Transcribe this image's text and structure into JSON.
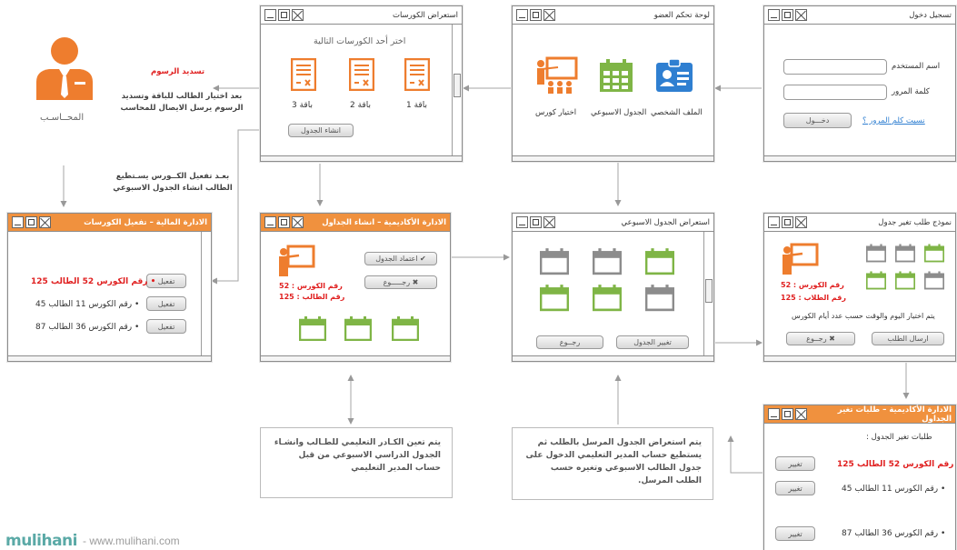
{
  "colors": {
    "orange": "#f0913e",
    "green": "#7fb546",
    "gray": "#8c8c8c",
    "blue": "#2f7fd1",
    "red": "#e02020"
  },
  "login": {
    "title": "تسجيل دخول",
    "username_label": "اسم المستخدم",
    "password_label": "كلمة المرور",
    "forgot_link": "نسيت كلم المرور ؟",
    "login_button": "دخـــول"
  },
  "dashboard": {
    "title": "لوحة تحكم العضو",
    "items": [
      {
        "label": "الملف الشخصي",
        "icon": "profile-card-icon"
      },
      {
        "label": "الجدول الاسبوعي",
        "icon": "calendar-icon"
      },
      {
        "label": "اختيار كورس",
        "icon": "teacher-icon"
      }
    ]
  },
  "courses": {
    "title": "استعراض الكورسات",
    "subtitle": "اختر أحد الكورسات التالية",
    "packages": [
      "باقة 1",
      "باقة 2",
      "باقة 3"
    ],
    "create_button": "انشاء الجدول"
  },
  "accountant": {
    "label": "المحــاسـب",
    "pay_title": "تسديد الرسوم",
    "pay_desc": "بعد اختيار الطالب للباقة وتسديد الرسوم يرسل الايصال للمحاسب",
    "activate_note": "بعـد تفعيل الكــورس يسـتطيع الطالب انشاء الجدول الاسبوعي"
  },
  "finance": {
    "title": "الادارة المالية – تفعيل الكورسات",
    "button": "تفعيل",
    "rows": [
      {
        "text": "رقم الكورس 52 الطالب",
        "num": "125",
        "highlight": true
      },
      {
        "text": "رقم الكورس 11 الطالب",
        "num": "45",
        "highlight": false
      },
      {
        "text": "رقم الكورس 36 الطالب",
        "num": "87",
        "highlight": false
      }
    ]
  },
  "academic_create": {
    "title": "الادارة الأكاديمية – انشاء الجداول",
    "course_label": "رقم الكورس : 52",
    "student_label": "رقم الطالب : 125",
    "approve_button": "✔ اعتماد الجدول",
    "back_button": "✖ رجـــــوع"
  },
  "weekly": {
    "title": "استعراض الجدول الاسبوعي",
    "back_button": "رجــوع",
    "change_button": "تغيير الجدول"
  },
  "change_form": {
    "title": "نموذج طلب تغير جدول",
    "course_label": "رقم الكورس : 52",
    "student_label": "رقم الطلاب : 125",
    "note": "يتم اختيار اليوم والوقت حسب عدد أيام الكورس",
    "back_button": "✖ رجــوع",
    "send_button": "ارسال الطلب"
  },
  "academic_requests": {
    "title": "الادارة الأكاديمية – طلبات تغير الجداول",
    "subtitle": "طلبات تغير الجدول :",
    "button": "تغيير",
    "rows": [
      {
        "text": "رقم الكورس 52 الطالب",
        "num": "125",
        "highlight": true
      },
      {
        "text": "رقم الكورس 11 الطالب",
        "num": "45",
        "highlight": false
      },
      {
        "text": "رقم الكورس 36 الطالب",
        "num": "87",
        "highlight": false
      }
    ]
  },
  "notes": {
    "left": "يتم تعين الكـادر التعليمي للطـالب وانشـاء الجدول الدراسي الاسبوعي من قبل حساب المدير التعليمي",
    "right": "يتم استعراض الجدول المرسل بالطلب ثم يستطيع حساب المدير التعليمي الدخول على جدول الطالب الاسبوعي وتغيره حسب الطلب المرسل."
  },
  "watermark": {
    "brand": "mulihani",
    "url": "- www.mulihani.com"
  }
}
